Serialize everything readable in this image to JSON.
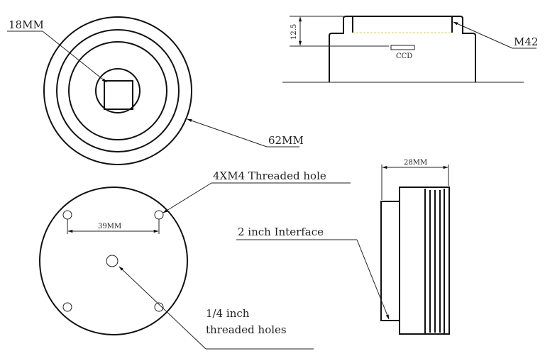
{
  "labels": {
    "sensor_size": "18MM",
    "outer_diameter": "62MM",
    "height_dim": "12.5",
    "ccd": "CCD",
    "thread": "M42",
    "mount_holes": "4XM4 Threaded hole",
    "hole_spacing": "39MM",
    "length_dim": "28MM",
    "interface": "2 inch Interface",
    "tripod_line1": "1/4 inch",
    "tripod_line2": "threaded holes"
  },
  "colors": {
    "line": "#222222",
    "sensor_plane": "#e6e05a"
  }
}
